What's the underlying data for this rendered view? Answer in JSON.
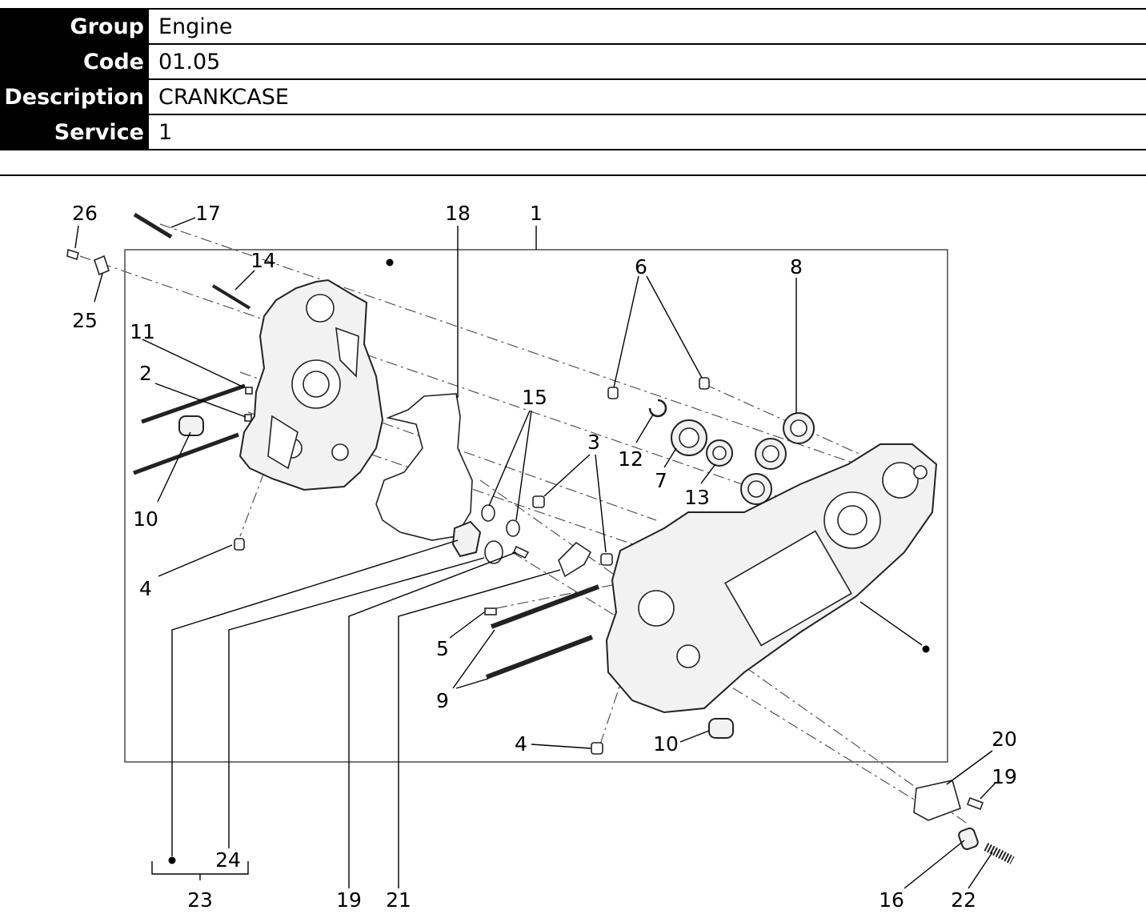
{
  "header": {
    "rows": [
      {
        "key": "Group",
        "value": "Engine"
      },
      {
        "key": "Code",
        "value": "01.05"
      },
      {
        "key": "Description",
        "value": "CRANKCASE"
      },
      {
        "key": "Service",
        "value": "1"
      }
    ]
  },
  "diagram": {
    "callouts": [
      "26",
      "17",
      "18",
      "1",
      "14",
      "25",
      "11",
      "2",
      "10",
      "6",
      "8",
      "15",
      "3",
      "12",
      "7",
      "13",
      "4",
      "5",
      "9",
      "4",
      "10",
      "20",
      "19",
      "24",
      "23",
      "19",
      "21",
      "16",
      "22"
    ]
  }
}
